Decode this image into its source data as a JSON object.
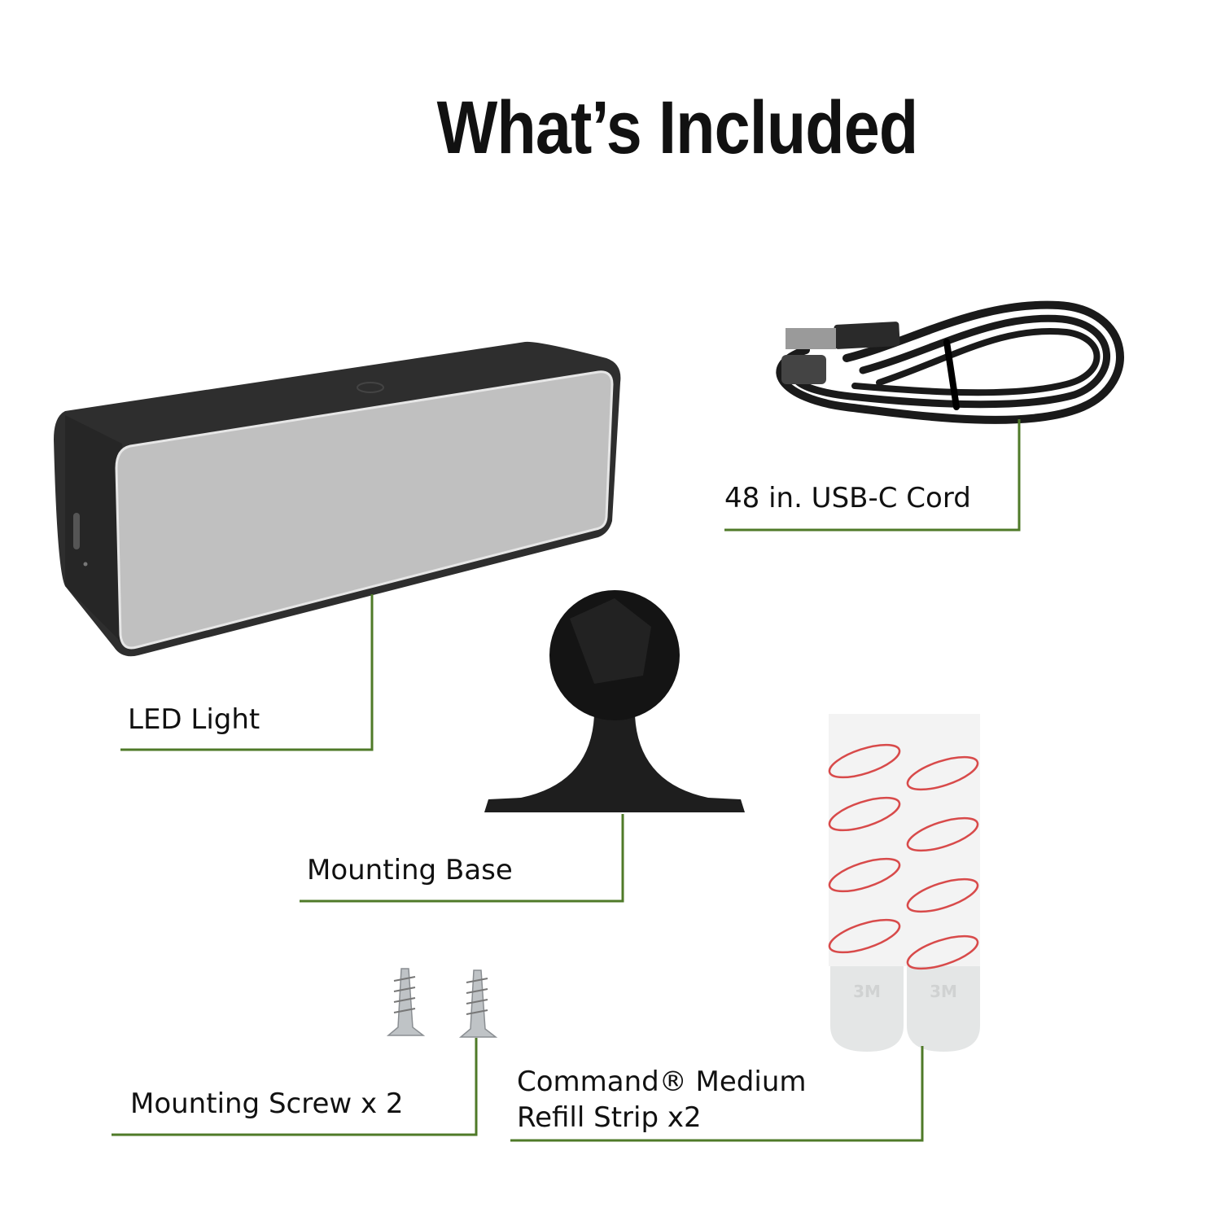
{
  "title": "What’s Included",
  "items": [
    {
      "label": "48 in. USB-C Cord"
    },
    {
      "label": "LED Light"
    },
    {
      "label": "Mounting Base"
    },
    {
      "label": "Mounting Screw x 2"
    },
    {
      "label_line1": "Command® Medium",
      "label_line2": "Refill Strip x2"
    }
  ],
  "strip_branding": {
    "brand": "Command",
    "maker": "3M"
  },
  "colors": {
    "callout_line": "#4f7a28",
    "text": "#111111",
    "device_body": "#333333",
    "device_face": "#c0c0c0",
    "strip_print": "#d84a4a"
  }
}
